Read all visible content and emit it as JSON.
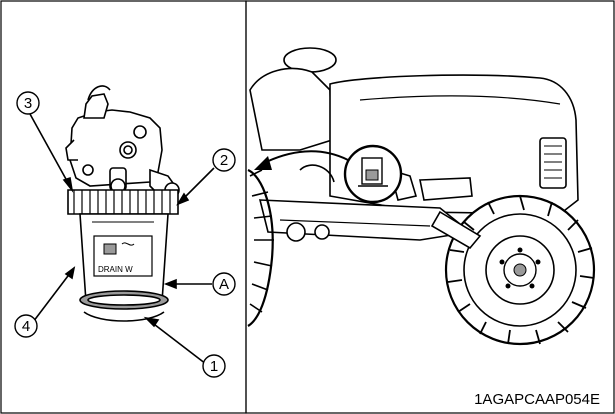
{
  "figure": {
    "panel_left": {
      "callouts": [
        {
          "id": "3",
          "label": "3"
        },
        {
          "id": "2",
          "label": "2"
        },
        {
          "id": "A",
          "label": "A"
        },
        {
          "id": "4",
          "label": "4"
        },
        {
          "id": "1",
          "label": "1"
        }
      ],
      "bowl_text": "DRAIN W"
    },
    "code": "1AGAPCAAP054E",
    "colors": {
      "line": "#000000",
      "background": "#ffffff",
      "shade": "#9a9a9a"
    }
  }
}
